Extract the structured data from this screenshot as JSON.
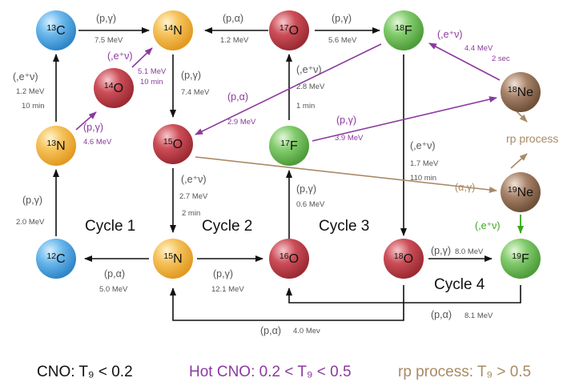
{
  "nuclei": [
    {
      "id": "c13",
      "mass": "13",
      "sym": "C",
      "color": "blue"
    },
    {
      "id": "n14",
      "mass": "14",
      "sym": "N",
      "color": "orange"
    },
    {
      "id": "o17",
      "mass": "17",
      "sym": "O",
      "color": "red"
    },
    {
      "id": "f18",
      "mass": "18",
      "sym": "F",
      "color": "green"
    },
    {
      "id": "o14",
      "mass": "14",
      "sym": "O",
      "color": "red"
    },
    {
      "id": "ne18",
      "mass": "18",
      "sym": "Ne",
      "color": "brown"
    },
    {
      "id": "n13",
      "mass": "13",
      "sym": "N",
      "color": "orange"
    },
    {
      "id": "o15",
      "mass": "15",
      "sym": "O",
      "color": "red"
    },
    {
      "id": "f17",
      "mass": "17",
      "sym": "F",
      "color": "green"
    },
    {
      "id": "ne19",
      "mass": "19",
      "sym": "Ne",
      "color": "brown"
    },
    {
      "id": "c12",
      "mass": "12",
      "sym": "C",
      "color": "blue"
    },
    {
      "id": "n15",
      "mass": "15",
      "sym": "N",
      "color": "orange"
    },
    {
      "id": "o16",
      "mass": "16",
      "sym": "O",
      "color": "red"
    },
    {
      "id": "o18",
      "mass": "18",
      "sym": "O",
      "color": "red"
    },
    {
      "id": "f19",
      "mass": "19",
      "sym": "F",
      "color": "green"
    }
  ],
  "reactions": {
    "c13_n14": {
      "reaction": "(p,γ)",
      "energy": "7.5 MeV"
    },
    "o17_n14": {
      "reaction": "(p,α)",
      "energy": "1.2 MeV"
    },
    "o17_f18": {
      "reaction": "(p,γ)",
      "energy": "5.6 MeV"
    },
    "n13_c13": {
      "reaction": "(,e⁺ν)",
      "energy": "1.2 MeV",
      "time": "10 min"
    },
    "o14_n14": {
      "reaction": "(,e⁺ν)",
      "energy": "5.1 MeV",
      "time": "10 min"
    },
    "n14_o15": {
      "reaction": "(p,γ)",
      "energy": "7.4 MeV"
    },
    "f17_o17": {
      "reaction": "(,e⁺ν)",
      "energy": "2.8 MeV",
      "time": "1 min"
    },
    "f18_o15": {
      "reaction": "(p,α)",
      "energy": "2.9 MeV"
    },
    "ne18_f18": {
      "reaction": "(,e⁺ν)",
      "energy": "4.4 MeV",
      "time": "2 sec"
    },
    "n13_o14": {
      "reaction": "(p,γ)",
      "energy": "4.6 MeV"
    },
    "f17_ne18": {
      "reaction": "(p,γ)",
      "energy": "3.9 MeV"
    },
    "f18_o18": {
      "reaction": "(,e⁺ν)",
      "energy": "1.7 MeV",
      "time": "110 min"
    },
    "o15_n15": {
      "reaction": "(,e⁺ν)",
      "energy": "2.7 MeV",
      "time": "2 min"
    },
    "o16_f17": {
      "reaction": "(p,γ)",
      "energy": "0.6 MeV"
    },
    "o15_ne19": {
      "reaction": "(α,γ)"
    },
    "c12_n13": {
      "reaction": "(p,γ)",
      "energy": "2.0 MeV"
    },
    "ne19_f19": {
      "reaction": "(,e⁺ν)"
    },
    "n15_c12": {
      "reaction": "(p,α)",
      "energy": "5.0 MeV"
    },
    "n15_o16": {
      "reaction": "(p,γ)",
      "energy": "12.1 MeV"
    },
    "o18_f19": {
      "reaction": "(p,γ)",
      "energy": "8.0 MeV"
    },
    "f19_o16": {
      "reaction": "(p,α)",
      "energy": "8.1 MeV"
    },
    "o18_n15": {
      "reaction": "(p,α)",
      "energy": "4.0 Mev"
    }
  },
  "rp_process_label": "rp process",
  "cycles": [
    "Cycle 1",
    "Cycle 2",
    "Cycle 3",
    "Cycle 4"
  ],
  "legend": {
    "cno": {
      "text": "CNO: T₉ < 0.2",
      "color": "#111111"
    },
    "hot": {
      "text": "Hot CNO:  0.2 < T₉ < 0.5",
      "color": "#8b3a9e"
    },
    "rp": {
      "text": "rp process: T₉ > 0.5",
      "color": "#a98a64"
    }
  },
  "colors": {
    "blue": "#5aaee6",
    "orange": "#f2b64a",
    "red": "#c2424d",
    "green": "#72c15c",
    "brown": "#9a7658",
    "hot_arrow": "#8b3a9e",
    "rp_arrow": "#a98a64",
    "green_arrow": "#3aa61c",
    "black_arrow": "#111111"
  }
}
